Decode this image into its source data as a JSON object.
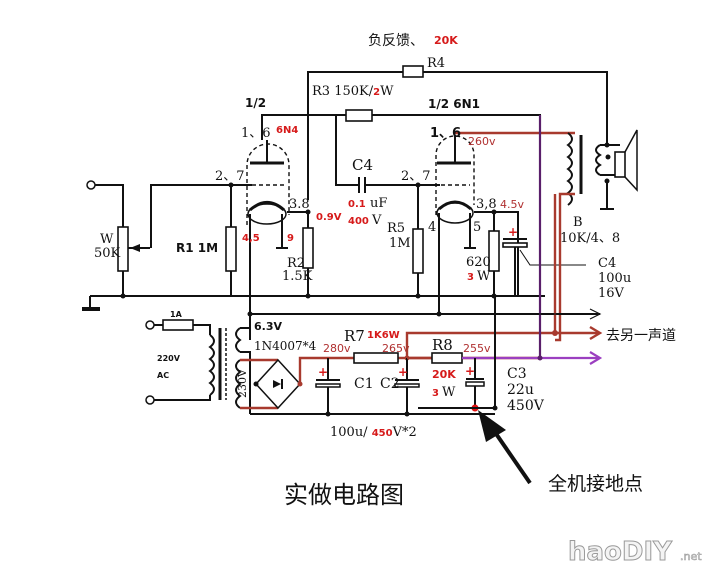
{
  "title": "实做电路图",
  "feedback": {
    "label": "负反馈、",
    "value": "20K",
    "resistor": "R4"
  },
  "tubes": {
    "v1": {
      "fraction": "1/2",
      "type": "6N4",
      "plate_pins": "1、6",
      "grid_pins": "2、7",
      "cathode_pins": "3.8",
      "heater_pins": "4,5",
      "pin9": "9",
      "cathode_voltage": "0.9V"
    },
    "v2": {
      "fraction_type": "1/2  6N1",
      "plate_pins": "1、6",
      "grid_pins": "2、7",
      "cathode_pins": "3,8",
      "heater_a": "4",
      "heater_b": "5",
      "plate_voltage": "260v",
      "cathode_voltage": "4.5v"
    }
  },
  "components": {
    "r3": {
      "label": "R3 150K/",
      "watt_num": "2",
      "watt_unit": "W"
    },
    "volume": {
      "name": "W",
      "value": "50K"
    },
    "r1": {
      "label": "R1  1M"
    },
    "r2": {
      "name": "R2",
      "value": "1.5K"
    },
    "c4_coupling": {
      "name": "C4",
      "value_num": "0.1",
      "value_unit": "uF",
      "volt_num": "400",
      "volt_unit": "V"
    },
    "r5": {
      "name": "R5",
      "value": "1M"
    },
    "r_cathode": {
      "value": "620",
      "watt_num": "3",
      "watt_unit": "W"
    },
    "c4_bypass": {
      "name": "C4",
      "value": "100u",
      "voltage": "16V"
    },
    "output_transformer": {
      "name": "B",
      "spec": "10K/4、8"
    },
    "fuse": {
      "value": "1A"
    },
    "mains": {
      "voltage": "220V",
      "type": "AC"
    },
    "heater_winding": "6.3V",
    "hv_winding": "230V",
    "rectifier": "1N4007*4",
    "r7": {
      "name": "R7",
      "spec": "1K6W"
    },
    "r8": {
      "name": "R8",
      "value": "20K",
      "watt_num": "3",
      "watt_unit": "W"
    },
    "c1": {
      "name": "C1"
    },
    "c2": {
      "name": "C2"
    },
    "c1c2_spec": {
      "prefix": "100u/ ",
      "volt_num": "450",
      "suffix": "V*2"
    },
    "c3": {
      "name": "C3",
      "value": "22u",
      "voltage": "450V"
    }
  },
  "voltages": {
    "v280": "280v",
    "v265": "265v",
    "v255": "255v"
  },
  "annotations": {
    "other_channel": "去另一声道",
    "ground_point": "全机接地点"
  },
  "watermark": {
    "main": "haoDIY",
    "suffix": ".net"
  },
  "colors": {
    "wire": "#111111",
    "hv_red": "#a83a2e",
    "purple": "#9b3fc0",
    "label_red": "#d61a1a"
  }
}
